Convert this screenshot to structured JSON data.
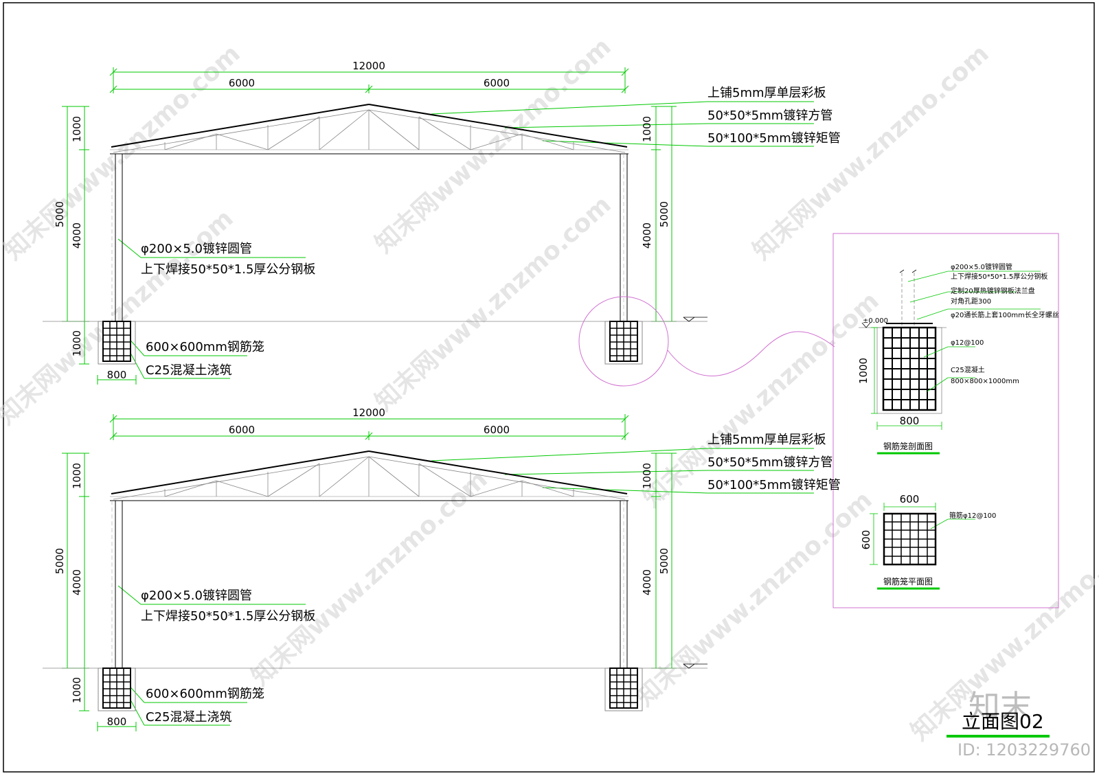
{
  "elevation": {
    "span_total": "12000",
    "span_half": "6000",
    "height_roof": "1000",
    "height_total": "5000",
    "height_column": "4000",
    "height_foundation": "1000",
    "foundation_width": "800",
    "label_roof_sheet": "上铺5mm厚单层彩板",
    "label_square_tube": "50*50*5mm镀锌方管",
    "label_rect_tube": "50*100*5mm镀锌矩管",
    "label_column_1": "φ200×5.0镀锌圆管",
    "label_column_2": "上下焊接50*50*1.5厚公分钢板",
    "label_cage": "600×600mm钢筋笼",
    "label_concrete": "C25混凝土浇筑"
  },
  "detail": {
    "l1": "φ200×5.0镀锌圆管",
    "l2": "上下焊接50*50*1.5厚公分钢板",
    "l3": "定制20厚热镀锌钢板法兰盘",
    "l4": "对角孔距300",
    "l5": "φ20通长筋上套100mm长全牙螺丝",
    "l6": "φ12@100",
    "l7": "C25混凝土",
    "l8": "800×800×1000mm",
    "level": "±0.000",
    "height": "1000",
    "width": "800",
    "section_title": "钢筋笼剖面图",
    "plan_width": "600",
    "plan_height": "600",
    "plan_label": "箍筋φ12@100",
    "plan_title": "钢筋笼平面图"
  },
  "drawing_title": "立面图02",
  "logo_text": "知末",
  "watermark": "知末网www.znzmo.com",
  "id_text": "ID: 1203229760",
  "colors": {
    "dim": "#00c800",
    "line": "#000000",
    "frame": "#d070d0",
    "wm": "#c8c8c8"
  }
}
